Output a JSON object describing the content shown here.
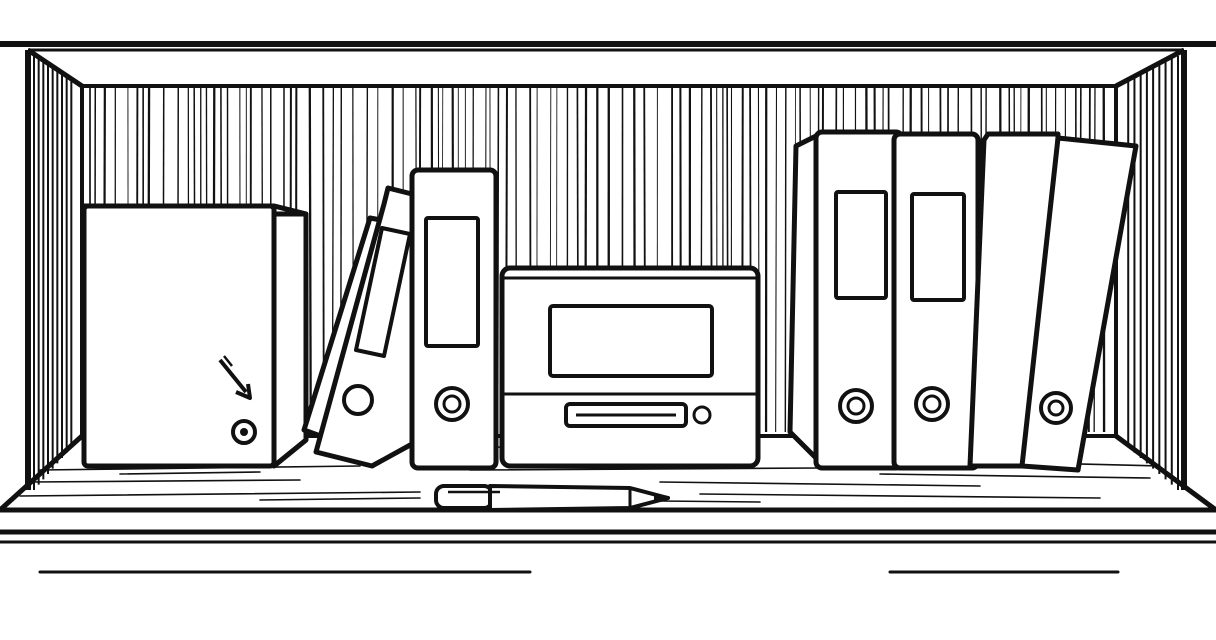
{
  "colors": {
    "ink": "#111111",
    "paper": "#ffffff"
  },
  "objects": {
    "storage_box": "box-with-arrow-icon",
    "leaning_binder": "binder",
    "upright_binder": "binder",
    "media_device": "device-with-slot",
    "binder_group": [
      "binder",
      "binder",
      "binder",
      "binder"
    ],
    "pen": "pen-icon"
  }
}
